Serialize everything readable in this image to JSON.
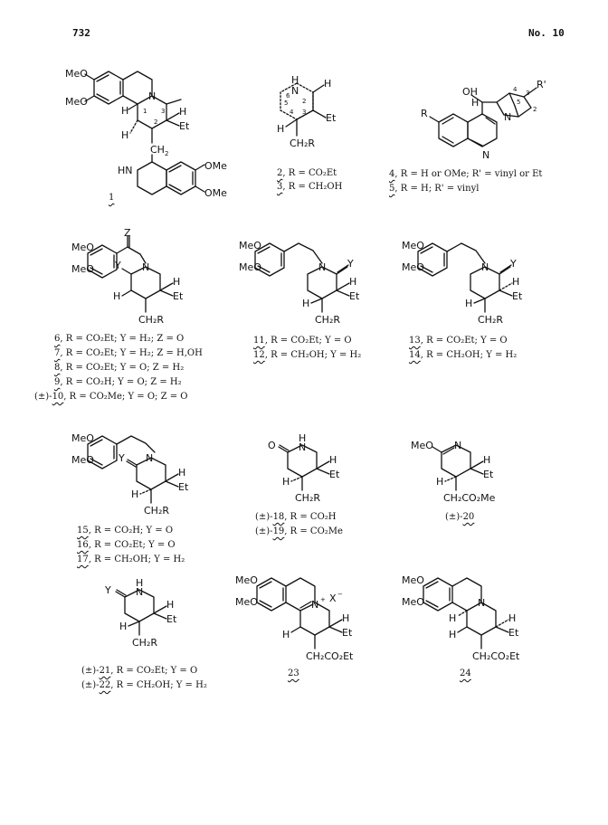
{
  "header": {
    "page_number": "732",
    "issue": "No. 10"
  },
  "labels": {
    "MeO": "MeO",
    "OMe": "OMe",
    "OH": "OH",
    "HN": "HN",
    "N": "N",
    "H": "H",
    "Et": "Et",
    "R": "R",
    "Rp": "R'",
    "Y": "Y",
    "Z": "Z",
    "O": "O",
    "X": "X",
    "minus": "−",
    "plus": "+",
    "CH2": "CH",
    "CH2R": "CH₂R",
    "CH2CO2Et": "CH₂CO₂Et",
    "CH2CO2Me": "CH₂CO₂Me",
    "r1": "1",
    "r2": "2",
    "r3": "3",
    "r4": "4",
    "r5": "5",
    "r6": "6",
    "sub2": "2"
  },
  "captions": {
    "c1": {
      "num": "1",
      "text": ""
    },
    "c2": {
      "num": "2",
      "text": ", R = CO₂Et"
    },
    "c3": {
      "num": "3",
      "text": ", R = CH₂OH"
    },
    "c4": {
      "num": "4",
      "text": ", R = H or OMe; R' = vinyl or Et"
    },
    "c5": {
      "num": "5",
      "text": ", R = H; R' = vinyl"
    },
    "c6": {
      "num": "6",
      "text": ", R = CO₂Et; Y = H₂; Z = O"
    },
    "c7": {
      "num": "7",
      "text": ", R = CO₂Et; Y = H₂; Z = H,OH"
    },
    "c8": {
      "num": "8",
      "text": ", R = CO₂Et; Y = O; Z = H₂"
    },
    "c9": {
      "num": "9",
      "text": ", R = CO₂H; Y = O; Z = H₂"
    },
    "c10": {
      "prefix": "(±)-",
      "num": "10",
      "text": ", R = CO₂Me; Y = O; Z = O"
    },
    "c11": {
      "num": "11",
      "text": ", R = CO₂Et; Y = O"
    },
    "c12": {
      "num": "12",
      "text": ", R = CH₂OH; Y = H₂"
    },
    "c13": {
      "num": "13",
      "text": ", R = CO₂Et; Y = O"
    },
    "c14": {
      "num": "14",
      "text": ", R = CH₂OH; Y = H₂"
    },
    "c15": {
      "num": "15",
      "text": ", R = CO₂H; Y = O"
    },
    "c16": {
      "num": "16",
      "text": ", R = CO₂Et; Y = O"
    },
    "c17": {
      "num": "17",
      "text": ", R = CH₂OH; Y = H₂"
    },
    "c18": {
      "prefix": "(±)-",
      "num": "18",
      "text": ", R = CO₂H"
    },
    "c19": {
      "prefix": "(±)-",
      "num": "19",
      "text": ", R = CO₂Me"
    },
    "c20": {
      "prefix": "(±)-",
      "num": "20",
      "text": ""
    },
    "c21": {
      "prefix": "(±)-",
      "num": "21",
      "text": ", R = CO₂Et; Y = O"
    },
    "c22": {
      "prefix": "(±)-",
      "num": "22",
      "text": ", R = CH₂OH; Y = H₂"
    },
    "c23": {
      "num": "23",
      "text": ""
    },
    "c24": {
      "num": "24",
      "text": ""
    }
  }
}
